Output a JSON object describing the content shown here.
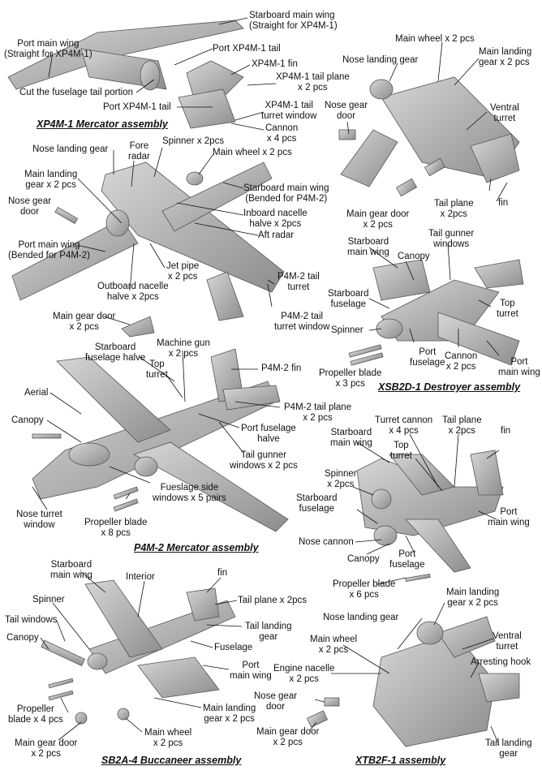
{
  "panels": {
    "xp4m1": {
      "caption": "XP4M-1 Mercator assembly",
      "labels": {
        "starboard_wing": "Starboard main wing\n(Straight for XP4M-1)",
        "port_wing": "Port main wing\n(Straight for XP4M-1)",
        "port_tail": "Port XP4M-1 tail",
        "fin": "XP4M-1 fin",
        "tail_plane": "XP4M-1 tail plane\nx 2 pcs",
        "cut_fuselage": "Cut the fuselage tail portion",
        "port_tail2": "Port XP4M-1 tail",
        "tail_turret_window": "XP4M-1 tail\nturret window",
        "cannon": "Cannon\nx 4 pcs"
      }
    },
    "p4m2_parts": {
      "labels": {
        "nose_landing_gear": "Nose landing gear",
        "fore_radar": "Fore\nradar",
        "spinner": "Spinner x 2pcs",
        "main_wheel": "Main wheel x 2 pcs",
        "main_landing_gear": "Main landing\ngear x 2 pcs",
        "nose_gear_door": "Nose gear\ndoor",
        "starboard_wing_bended": "Starboard main wing\n(Bended for P4M-2)",
        "inboard_nacelle": "Inboard nacelle\nhalve x 2pcs",
        "aft_radar": "Aft radar",
        "port_wing_bended": "Port main wing\n(Bended for P4M-2)",
        "jet_pipe": "Jet pipe\nx 2 pcs",
        "outboard_nacelle": "Outboard nacelle\nhalve x 2pcs",
        "p4m2_tail_turret": "P4M-2 tail\nturret",
        "p4m2_tail_turret_window": "P4M-2 tail\nturret window",
        "main_gear_door": "Main gear door\nx 2 pcs"
      }
    },
    "xtb2f_top": {
      "labels": {
        "main_wheel": "Main wheel x 2 pcs",
        "nose_landing_gear": "Nose landing gear",
        "main_landing_gear": "Main landing\ngear x 2 pcs",
        "nose_gear_door": "Nose gear\ndoor",
        "ventral_turret": "Ventral\nturret",
        "main_gear_door": "Main gear door\nx 2 pcs",
        "tail_plane": "Tail plane\nx 2pcs",
        "fin": "fin"
      }
    },
    "xsb2d1": {
      "caption": "XSB2D-1 Destroyer assembly",
      "labels": {
        "starboard_wing": "Starboard\nmain wing",
        "tail_gunner_windows": "Tail gunner\nwindows",
        "canopy": "Canopy",
        "starboard_fuselage": "Starboard\nfuselage",
        "top_turret": "Top\nturret",
        "spinner": "Spinner",
        "port_fuselage": "Port\nfuselage",
        "cannon": "Cannon\nx 2 pcs",
        "port_wing": "Port\nmain wing",
        "propeller_blade": "Propeller blade\nx 3 pcs"
      }
    },
    "p4m2": {
      "caption": "P4M-2 Mercator assembly",
      "labels": {
        "starboard_fuselage_halve": "Starboard\nfuselage halve",
        "machine_gun": "Machine gun\nx 2 pcs",
        "top_turret": "Top\nturret",
        "fin": "P4M-2 fin",
        "aerial": "Aerial",
        "tail_plane": "P4M-2 tail plane\nx 2 pcs",
        "canopy": "Canopy",
        "port_fuselage_halve": "Port fuselage\nhalve",
        "tail_gunner_windows": "Tail gunner\nwindows x 2 pcs",
        "side_windows": "Fueslage side\nwindows x 5 pairs",
        "nose_turret_window": "Nose turret\nwindow",
        "propeller_blade": "Propeller blade\nx 8 pcs"
      }
    },
    "xtb2f_mid": {
      "labels": {
        "starboard_wing": "Starboard\nmain wing",
        "turret_cannon": "Turret cannon\nx 4 pcs",
        "tail_plane": "Tail plane\nx 2pcs",
        "fin": "fin",
        "top_turret": "Top\nturret",
        "spinner": "Spinner\nx 2pcs",
        "starboard_fuselage": "Starboard\nfuselage",
        "port_wing": "Port\nmain wing",
        "nose_cannon": "Nose cannon",
        "canopy": "Canopy",
        "port_fuselage": "Port\nfuselage"
      }
    },
    "sb2a4": {
      "caption": "SB2A-4 Buccaneer assembly",
      "labels": {
        "starboard_wing": "Starboard\nmain wing",
        "interior": "Interior",
        "fin": "fin",
        "spinner": "Spinner",
        "tail_plane": "Tail plane x 2pcs",
        "tail_windows": "Tail windows",
        "tail_landing_gear": "Tail landing\ngear",
        "canopy": "Canopy",
        "fuselage": "Fuselage",
        "port_wing": "Port\nmain wing",
        "propeller_blade": "Propeller\nblade x 4 pcs",
        "main_landing_gear": "Main landing\ngear x 2 pcs",
        "main_wheel": "Main wheel\nx 2 pcs",
        "main_gear_door": "Main gear door\nx 2 pcs"
      }
    },
    "xtb2f1": {
      "caption": "XTB2F-1 assembly",
      "labels": {
        "propeller_blade": "Propeller blade\nx 6 pcs",
        "main_landing_gear": "Main landing\ngear x 2 pcs",
        "nose_landing_gear": "Nose landing gear",
        "ventral_turret": "Ventral\nturret",
        "main_wheel": "Main wheel\nx 2 pcs",
        "arresting_hook": "Arresting hook",
        "engine_nacelle": "Engine nacelle\nx 2 pcs",
        "nose_gear_door": "Nose gear\ndoor",
        "main_gear_door": "Main gear door\nx 2 pcs",
        "tail_landing_gear": "Tail landing\ngear"
      }
    }
  },
  "colors": {
    "part": "#b3b3b3",
    "part_dark": "#6f6f6f",
    "line": "#111111"
  }
}
